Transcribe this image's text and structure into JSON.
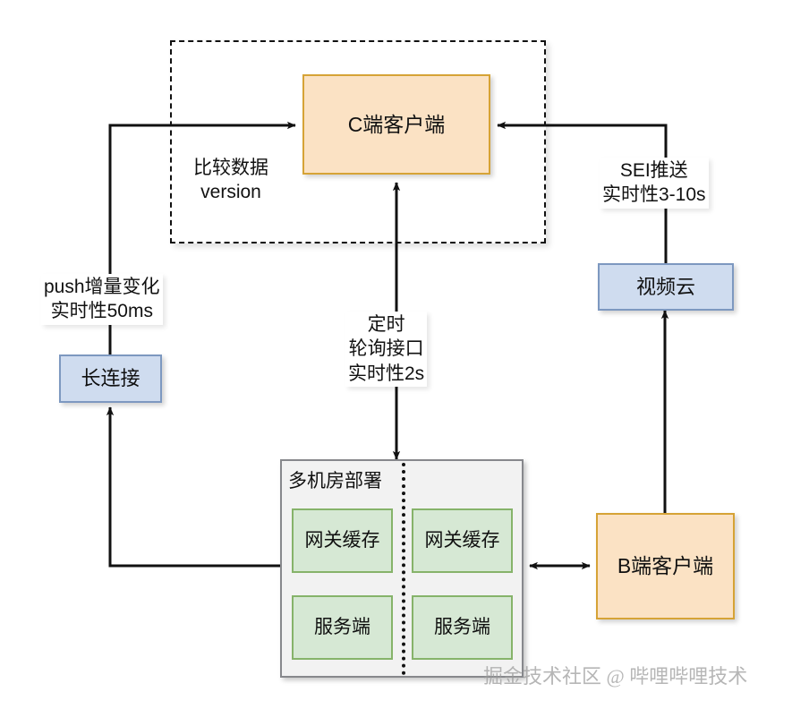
{
  "diagram": {
    "title_watermark": "掘金技术社区 @ 哔哩哔哩技术",
    "nodes": {
      "c_client": "C端客户端",
      "b_client": "B端客户端",
      "video_cloud": "视频云",
      "long_connection": "长连接",
      "multi_idc": "多机房部署",
      "gateway_cache_left": "网关缓存",
      "gateway_cache_right": "网关缓存",
      "server_left": "服务端",
      "server_right": "服务端"
    },
    "edge_labels": {
      "compare_version": "比较数据\nversion",
      "compare_version_line1": "比较数据",
      "compare_version_line2": "version",
      "push_delta_line1": "push增量变化",
      "push_delta_line2": "实时性50ms",
      "sei_line1": "SEI推送",
      "sei_line2": "实时性3-10s",
      "poll_line1": "定时",
      "poll_line2": "轮询接口",
      "poll_line3": "实时性2s"
    },
    "colors": {
      "orange_fill": "#fbe2c4",
      "orange_stroke": "#d6a336",
      "blue_fill": "#cfdcef",
      "blue_stroke": "#7d98c0",
      "green_fill": "#d6e8d4",
      "green_stroke": "#86b36a",
      "gray_fill": "#f2f2f2",
      "gray_stroke": "#87888c",
      "edge_stroke": "#111111"
    }
  }
}
